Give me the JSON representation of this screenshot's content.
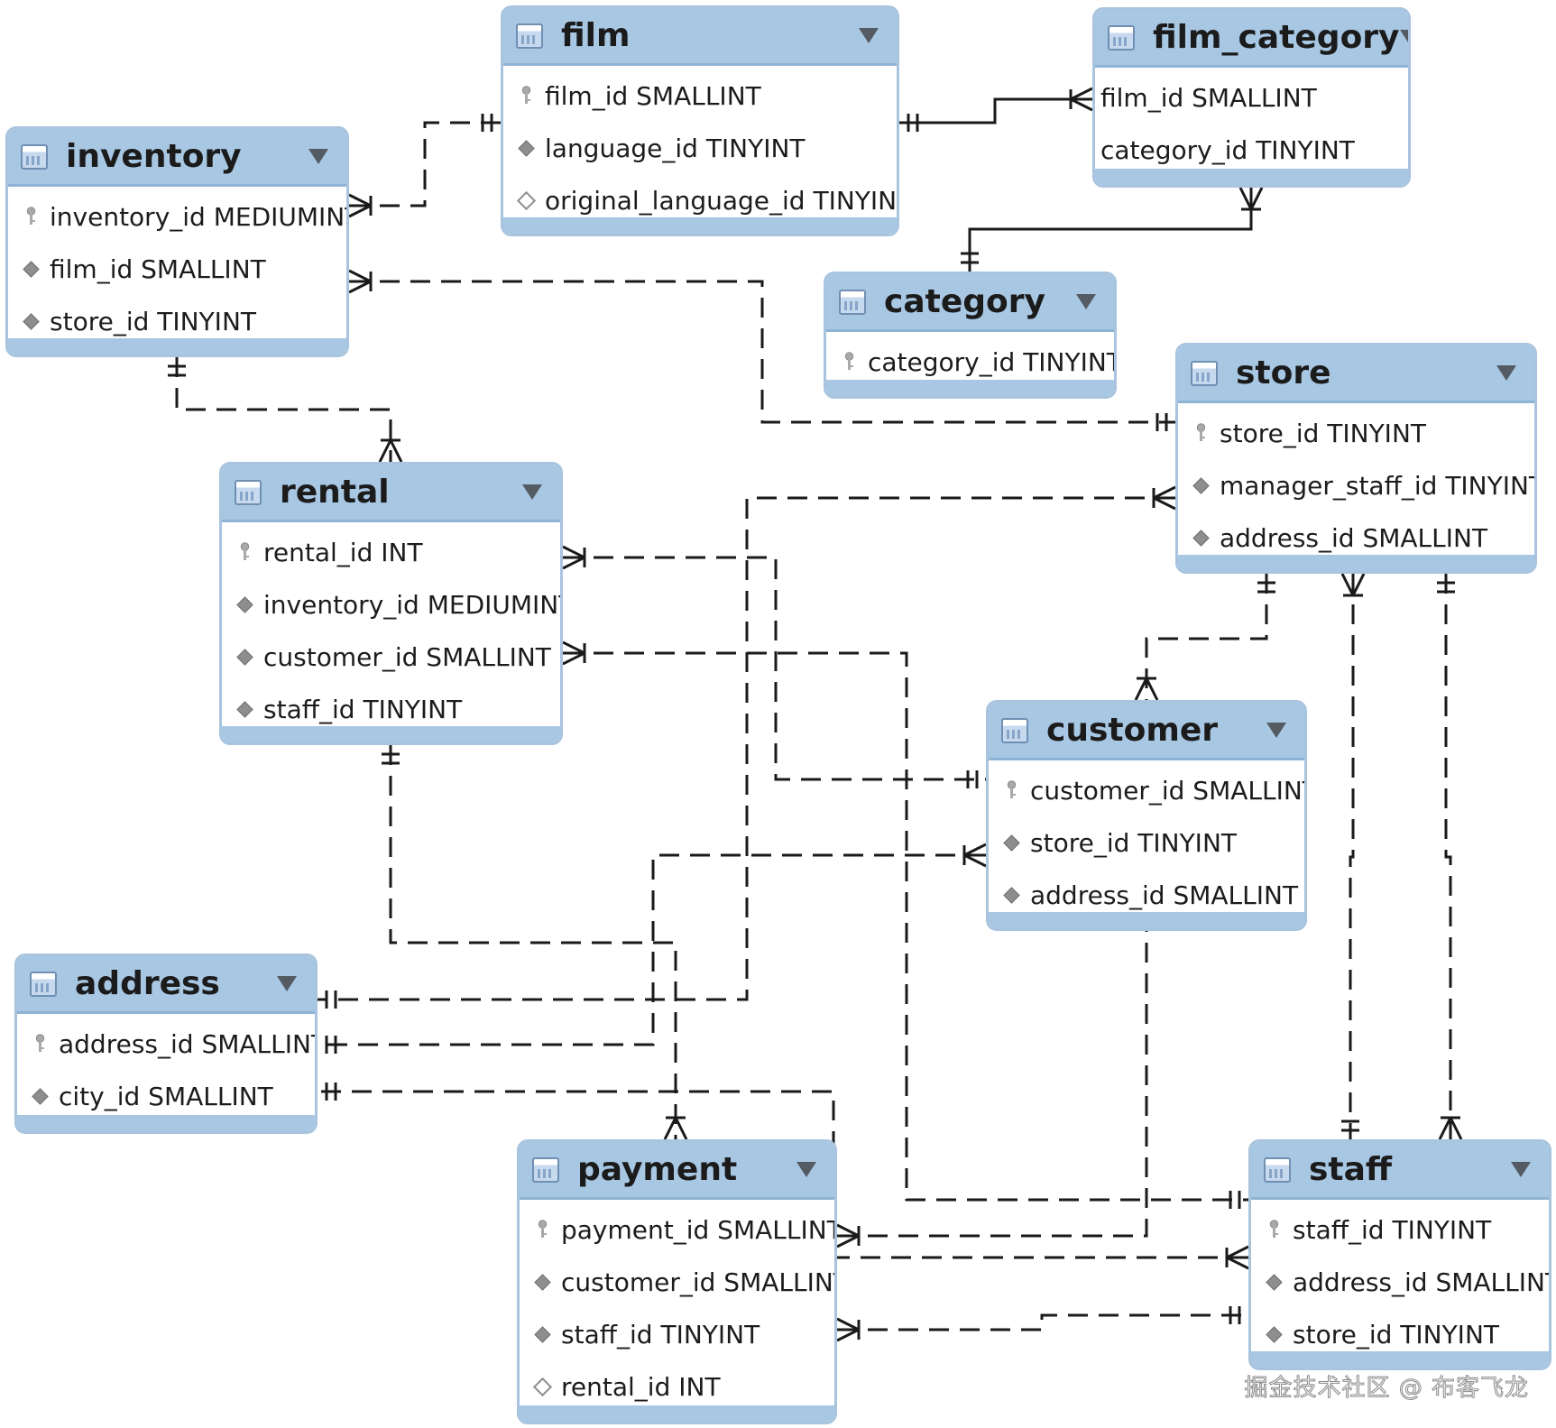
{
  "tables": [
    {
      "name": "film",
      "columns": [
        {
          "text": "film_id SMALLINT",
          "icon": "key-icon"
        },
        {
          "text": "language_id TINYINT",
          "icon": "diamond-filled-icon"
        },
        {
          "text": "original_language_id TINYINT",
          "icon": "diamond-hollow-icon"
        }
      ]
    },
    {
      "name": "film_category",
      "columns": [
        {
          "text": "film_id SMALLINT",
          "icon": "none"
        },
        {
          "text": "category_id TINYINT",
          "icon": "none"
        }
      ]
    },
    {
      "name": "inventory",
      "columns": [
        {
          "text": "inventory_id MEDIUMINT",
          "icon": "key-icon"
        },
        {
          "text": "film_id SMALLINT",
          "icon": "diamond-filled-icon"
        },
        {
          "text": "store_id TINYINT",
          "icon": "diamond-filled-icon"
        }
      ]
    },
    {
      "name": "category",
      "columns": [
        {
          "text": "category_id TINYINT",
          "icon": "key-icon"
        }
      ]
    },
    {
      "name": "store",
      "columns": [
        {
          "text": "store_id TINYINT",
          "icon": "key-icon"
        },
        {
          "text": "manager_staff_id TINYINT",
          "icon": "diamond-filled-icon"
        },
        {
          "text": "address_id SMALLINT",
          "icon": "diamond-filled-icon"
        }
      ]
    },
    {
      "name": "rental",
      "columns": [
        {
          "text": "rental_id INT",
          "icon": "key-icon"
        },
        {
          "text": "inventory_id MEDIUMINT",
          "icon": "diamond-filled-icon"
        },
        {
          "text": "customer_id SMALLINT",
          "icon": "diamond-filled-icon"
        },
        {
          "text": "staff_id TINYINT",
          "icon": "diamond-filled-icon"
        }
      ]
    },
    {
      "name": "customer",
      "columns": [
        {
          "text": "customer_id SMALLINT",
          "icon": "key-icon"
        },
        {
          "text": "store_id TINYINT",
          "icon": "diamond-filled-icon"
        },
        {
          "text": "address_id SMALLINT",
          "icon": "diamond-filled-icon"
        }
      ]
    },
    {
      "name": "address",
      "columns": [
        {
          "text": "address_id SMALLINT",
          "icon": "key-icon"
        },
        {
          "text": "city_id SMALLINT",
          "icon": "diamond-filled-icon"
        }
      ]
    },
    {
      "name": "payment",
      "columns": [
        {
          "text": "payment_id SMALLINT",
          "icon": "key-icon"
        },
        {
          "text": "customer_id SMALLINT",
          "icon": "diamond-filled-icon"
        },
        {
          "text": "staff_id TINYINT",
          "icon": "diamond-filled-icon"
        },
        {
          "text": "rental_id INT",
          "icon": "diamond-hollow-icon"
        }
      ]
    },
    {
      "name": "staff",
      "columns": [
        {
          "text": "staff_id TINYINT",
          "icon": "key-icon"
        },
        {
          "text": "address_id SMALLINT",
          "icon": "diamond-filled-icon"
        },
        {
          "text": "store_id TINYINT",
          "icon": "diamond-filled-icon"
        }
      ]
    }
  ],
  "relationships": [
    {
      "from": "inventory",
      "to": "film",
      "from_end": "many",
      "to_end": "one",
      "identifying": false
    },
    {
      "from": "film_category",
      "to": "film",
      "from_end": "many",
      "to_end": "one",
      "identifying": true
    },
    {
      "from": "film_category",
      "to": "category",
      "from_end": "many",
      "to_end": "one",
      "identifying": true
    },
    {
      "from": "inventory",
      "to": "store",
      "from_end": "many",
      "to_end": "one",
      "identifying": false
    },
    {
      "from": "rental",
      "to": "inventory",
      "from_end": "many",
      "to_end": "one",
      "identifying": false
    },
    {
      "from": "rental",
      "to": "customer",
      "from_end": "many",
      "to_end": "one",
      "identifying": false
    },
    {
      "from": "rental",
      "to": "staff",
      "from_end": "many",
      "to_end": "one",
      "identifying": false
    },
    {
      "from": "store",
      "to": "address",
      "from_end": "many",
      "to_end": "one",
      "identifying": false
    },
    {
      "from": "customer",
      "to": "store",
      "from_end": "many",
      "to_end": "one",
      "identifying": false
    },
    {
      "from": "customer",
      "to": "address",
      "from_end": "many",
      "to_end": "one",
      "identifying": false
    },
    {
      "from": "payment",
      "to": "rental",
      "from_end": "many",
      "to_end": "one",
      "identifying": false
    },
    {
      "from": "payment",
      "to": "customer",
      "from_end": "many",
      "to_end": "one",
      "identifying": false
    },
    {
      "from": "payment",
      "to": "staff",
      "from_end": "many",
      "to_end": "one",
      "identifying": false
    },
    {
      "from": "staff",
      "to": "address",
      "from_end": "many",
      "to_end": "one",
      "identifying": false
    },
    {
      "from": "staff",
      "to": "store",
      "from_end": "many",
      "to_end": "one",
      "identifying": false
    },
    {
      "from": "store",
      "to": "staff",
      "from_end": "many",
      "to_end": "one",
      "identifying": false
    }
  ],
  "colors": {
    "header_fill": "#a8c7e3",
    "table_border": "#a8c4de",
    "line": "#1a1a1a",
    "key_icon": "#a9a9a9",
    "diamond_icon": "#8e8e8e"
  },
  "watermark": "掘金技术社区 @ 布客飞龙"
}
